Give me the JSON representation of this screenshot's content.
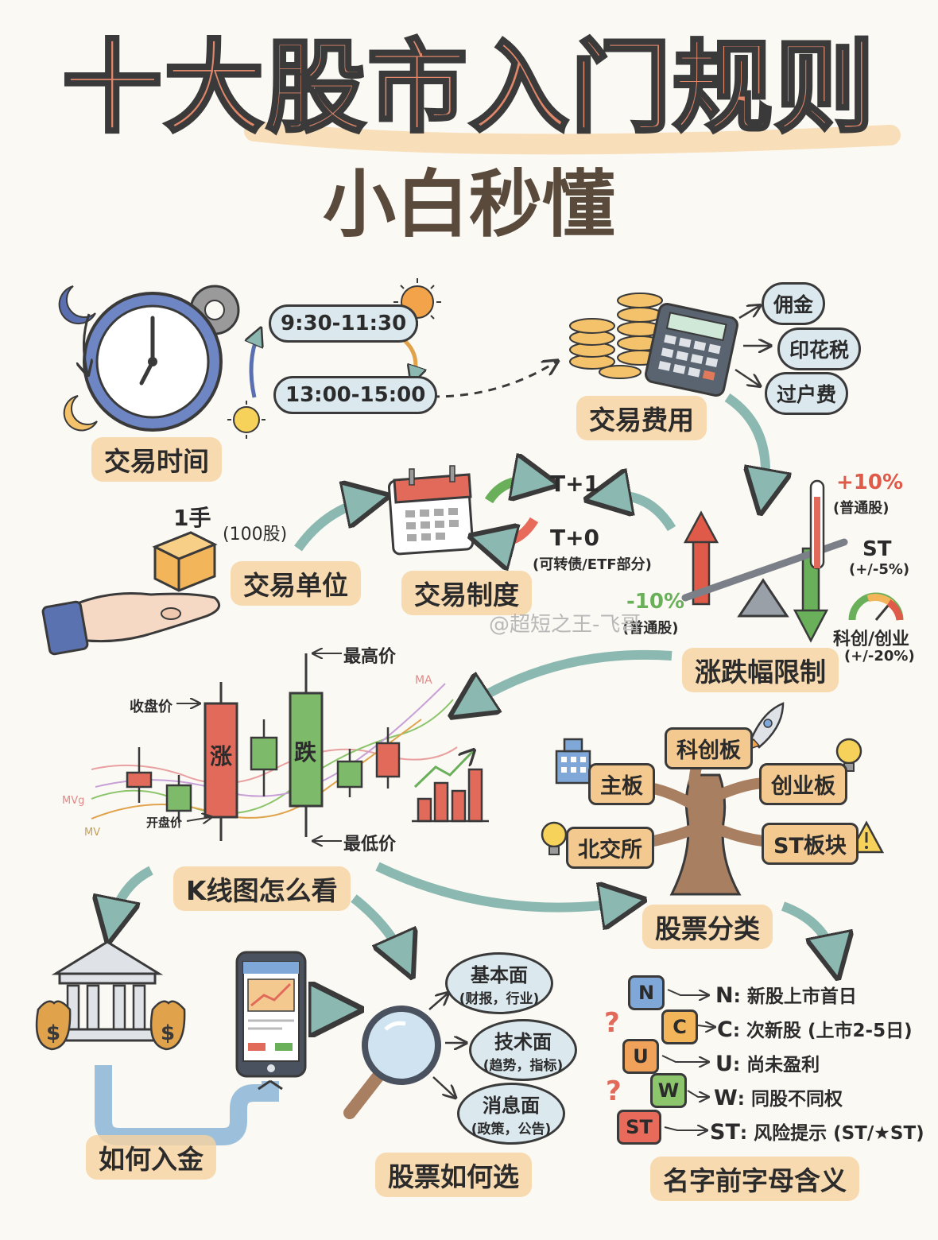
{
  "title": "十大股市入门规则",
  "subtitle": "小白秒懂",
  "trading_time": {
    "label": "交易时间",
    "morning": "9:30-11:30",
    "afternoon": "13:00-15:00"
  },
  "trading_fees": {
    "label": "交易费用",
    "items": [
      "佣金",
      "印花税",
      "过户费"
    ]
  },
  "trading_unit": {
    "label": "交易单位",
    "lot": "1手",
    "shares": "(100股)"
  },
  "trading_system": {
    "label": "交易制度",
    "t1": "T+1",
    "t0": "T+0",
    "t0_note": "(可转债/ETF部分)"
  },
  "price_limit": {
    "label": "涨跌幅限制",
    "up": "+10%",
    "up_note": "(普通股)",
    "down": "-10%",
    "down_note": "(普通股)",
    "st": "ST",
    "st_note": "(+/-5%)",
    "kc": "科创/创业",
    "kc_note": "(+/-20%)"
  },
  "watermark": "@超短之王-飞哥",
  "kline": {
    "label": "K线图怎么看",
    "high": "最高价",
    "low": "最低价",
    "close": "收盘价",
    "open": "开盘价",
    "rise": "涨",
    "fall": "跌",
    "ma": "MA",
    "mvg": "MVg",
    "mv": "MV"
  },
  "stock_types": {
    "label": "股票分类",
    "boards": {
      "main": "主板",
      "star": "科创板",
      "gem": "创业板",
      "bse": "北交所",
      "st": "ST板块"
    }
  },
  "funding": {
    "label": "如何入金"
  },
  "selection": {
    "label": "股票如何选",
    "items": [
      {
        "name": "基本面",
        "note": "(财报，行业)"
      },
      {
        "name": "技术面",
        "note": "(趋势，指标)"
      },
      {
        "name": "消息面",
        "note": "(政策，公告)"
      }
    ]
  },
  "prefix": {
    "label": "名字前字母含义",
    "items": [
      {
        "letter": "N",
        "key": "N",
        "desc": ": 新股上市首日",
        "color": "#7fa8d8"
      },
      {
        "letter": "C",
        "key": "C",
        "desc": ": 次新股 (上市2-5日)",
        "color": "#f3b55a"
      },
      {
        "letter": "U",
        "key": "U",
        "desc": ": 尚未盈利",
        "color": "#f0a25a"
      },
      {
        "letter": "W",
        "key": "W",
        "desc": ": 同股不同权",
        "color": "#8cc56c"
      },
      {
        "letter": "ST",
        "key": "ST",
        "desc": ": 风险提示 (ST/★ST)",
        "color": "#e86a5a"
      }
    ]
  },
  "colors": {
    "title": "#e0876a",
    "arrow": "#8bb8b0",
    "up": "#e05a4a",
    "down": "#6ab05a"
  }
}
